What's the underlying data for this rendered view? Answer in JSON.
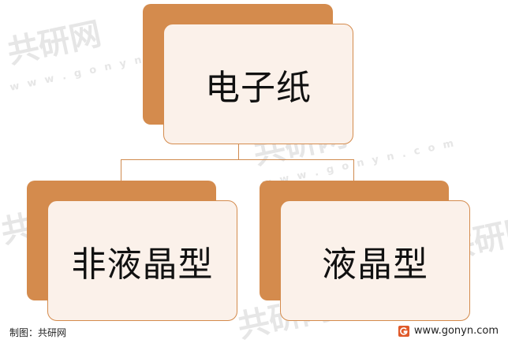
{
  "diagram": {
    "root": {
      "label": "电子纸"
    },
    "children": [
      {
        "label": "非液晶型"
      },
      {
        "label": "液晶型"
      }
    ]
  },
  "watermark": {
    "text": "共研网",
    "url_text": "w w w . g o n y n . c o m"
  },
  "footer": {
    "source": "制图：共研网",
    "website": "www.gonyn.com"
  },
  "colors": {
    "shadow": "#d48b4d",
    "card": "#fbf1ea",
    "connector": "#d08a4e"
  }
}
